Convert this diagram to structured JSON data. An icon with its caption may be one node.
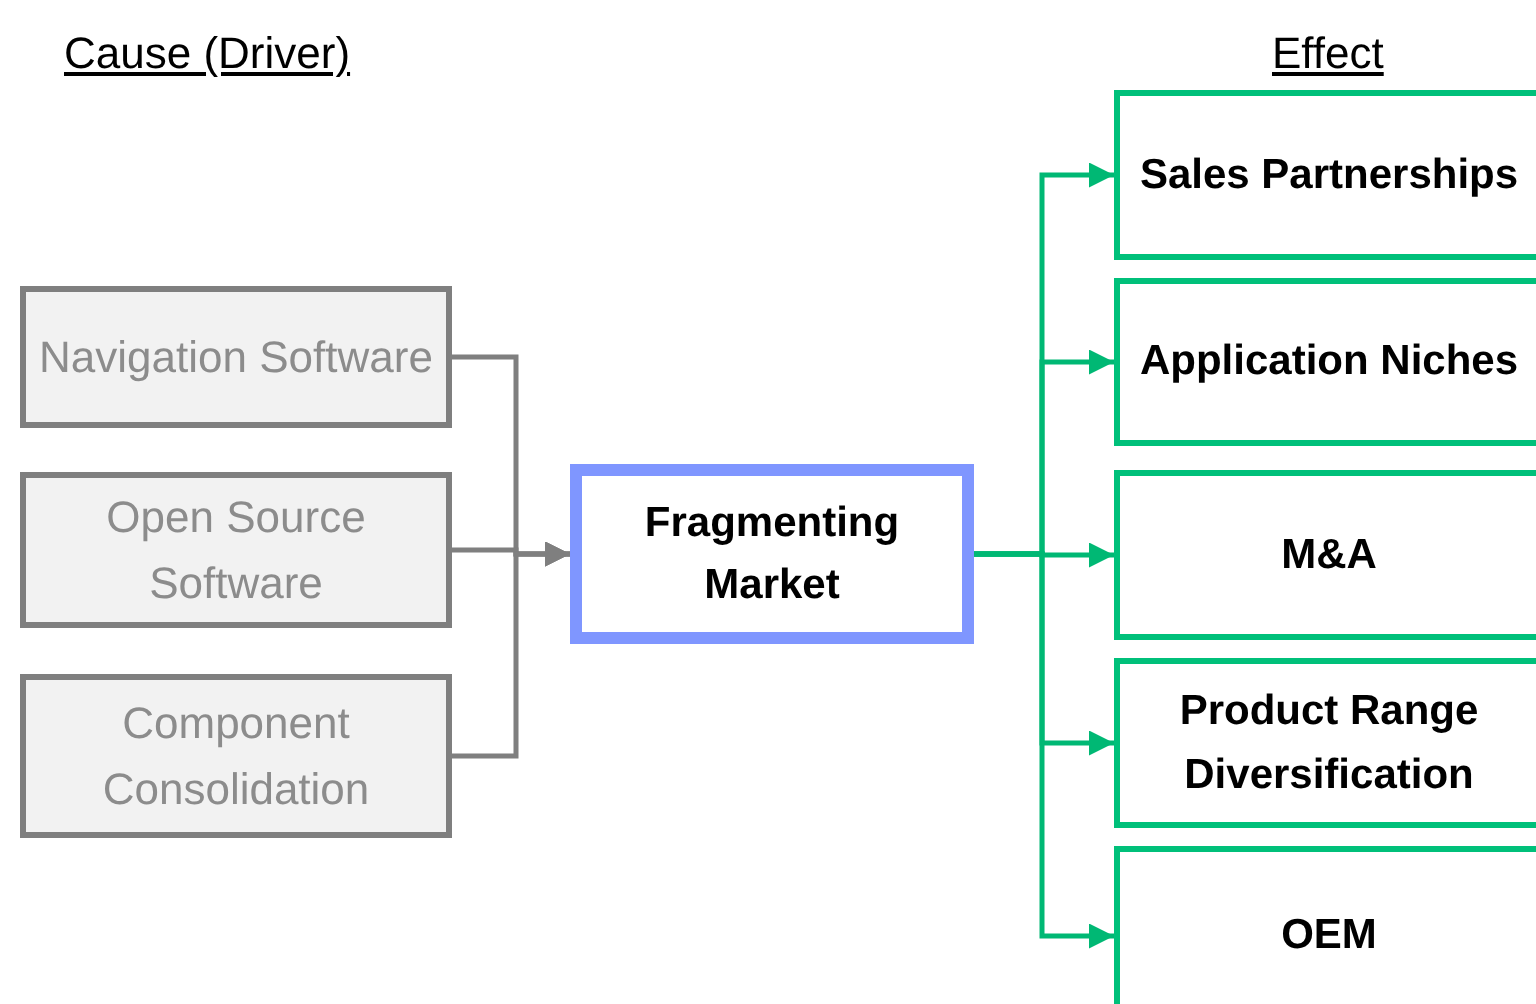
{
  "diagram": {
    "nodes": [
      {
        "text": [
          "Navigation Software"
        ]
      },
      {
        "text": [
          "Open Source Software"
        ]
      },
      {
        "text": [
          "Component Consolidation"
        ]
      },
      {
        "text": [
          "Fragmenting Market"
        ]
      },
      {
        "text": [
          "Sales Partnerships"
        ]
      },
      {
        "text": [
          "Application Niches"
        ]
      },
      {
        "text": [
          "M&A"
        ]
      },
      {
        "text": [
          "Product Range Diversification"
        ]
      },
      {
        "text": [
          "OEM"
        ]
      }
    ],
    "edges": [
      {
        "from": 0,
        "to": 3,
        "arrow": "to",
        "color": "#7f7f7f"
      },
      {
        "from": 1,
        "to": 3,
        "arrow": "to",
        "color": "#7f7f7f"
      },
      {
        "from": 2,
        "to": 3,
        "arrow": "to",
        "color": "#7f7f7f"
      },
      {
        "from": 3,
        "to": 4,
        "arrow": "to"
      },
      {
        "from": 3,
        "to": 5,
        "arrow": "to"
      },
      {
        "from": 3,
        "to": 6,
        "arrow": "to"
      },
      {
        "from": 3,
        "to": 7,
        "arrow": "to"
      },
      {
        "from": 3,
        "to": 8,
        "arrow": "to"
      }
    ],
    "labels": [
      "Cause (Driver)",
      "Effect"
    ]
  }
}
